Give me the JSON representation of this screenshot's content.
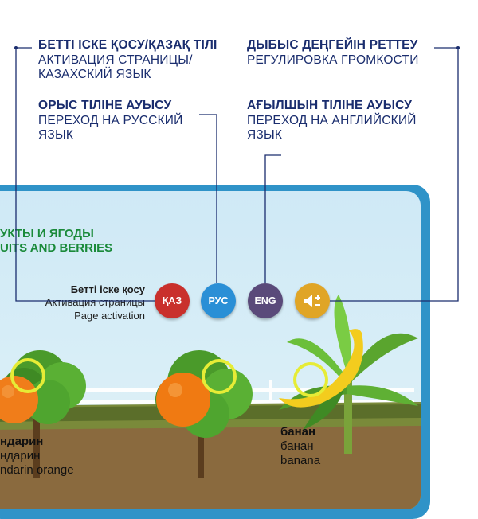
{
  "callouts": {
    "page_on_kz": {
      "title": "БЕТТІ ІСКЕ ҚОСУ/ҚАЗАҚ ТІЛІ",
      "line1": "АКТИВАЦИЯ СТРАНИЦЫ/",
      "line2": "КАЗАХСКИЙ ЯЗЫК"
    },
    "volume": {
      "title": "ДЫБЫС ДЕҢГЕЙІН РЕТТЕУ",
      "line1": "РЕГУЛИРОВКА ГРОМКОСТИ"
    },
    "russian": {
      "title": "ОРЫС ТІЛІНЕ АУЫСУ",
      "line1": "ПЕРЕХОД НА РУССКИЙ",
      "line2": "ЯЗЫК"
    },
    "english": {
      "title": "АҒЫЛШЫН ТІЛІНЕ АУЫСУ",
      "line1": "ПЕРЕХОД НА АНГЛИЙСКИЙ",
      "line2": "ЯЗЫК"
    }
  },
  "board": {
    "heading_line1": "УКТЫ И ЯГОДЫ",
    "heading_line2": "UITS AND BERRIES",
    "activation": {
      "kz": "Бетті іске қосу",
      "ru": "Активация страницы",
      "en": "Page activation"
    },
    "buttons": {
      "kz": "ҚАЗ",
      "ru": "РУС",
      "en": "ENG"
    },
    "button_colors": {
      "kz": "#c9302c",
      "ru": "#2a8fd6",
      "en": "#5a4a7a",
      "volume": "#e0a526"
    },
    "fruits": {
      "mandarin": {
        "kz": "ндарин",
        "ru": "ндарин",
        "en": "ndarin orange"
      },
      "banana": {
        "kz": "банан",
        "ru": "банан",
        "en": "banana"
      }
    }
  },
  "accent": "#1a2d6e"
}
